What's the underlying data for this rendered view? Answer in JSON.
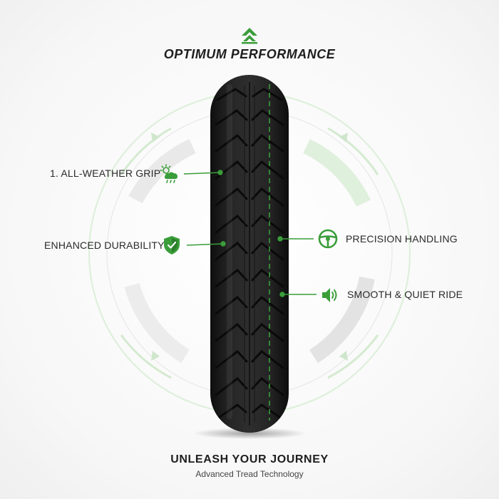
{
  "header": {
    "title": "OPTIMUM PERFORMANCE",
    "icon": "chevron-up-icon"
  },
  "features": {
    "all_weather": {
      "label": "1. ALL-WEATHER GRIP",
      "icon": "weather-icon"
    },
    "durability": {
      "label": "ENHANCED DURABILITY",
      "icon": "shield-check-icon"
    },
    "handling": {
      "label": "PRECISION HANDLING",
      "icon": "steering-wheel-icon"
    },
    "quiet": {
      "label": "SMOOTH & QUIET RIDE",
      "icon": "speaker-icon"
    }
  },
  "footer": {
    "title": "UNLEASH YOUR JOURNEY",
    "subtitle": "Advanced Tread Technology"
  },
  "colors": {
    "accent": "#3a9d3a",
    "tire": "#1f1f1f",
    "text": "#1e1e1e"
  }
}
